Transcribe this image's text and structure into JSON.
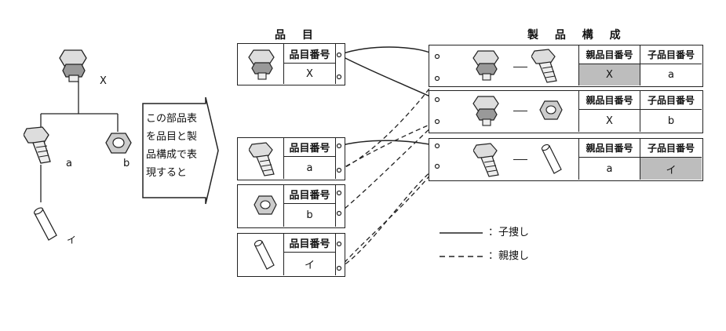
{
  "tree": {
    "root": "X",
    "child_a": "a",
    "child_b": "b",
    "grandchild": "イ"
  },
  "arrow_text": [
    "この部品表",
    "を品目と製",
    "品構成で表",
    "現すると"
  ],
  "items_section": {
    "title": "品 目",
    "field_label": "品目番号",
    "items": [
      {
        "value": "X",
        "icon": "bolt-with-nut-icon"
      },
      {
        "value": "a",
        "icon": "bolt-icon"
      },
      {
        "value": "b",
        "icon": "nut-icon"
      },
      {
        "value": "イ",
        "icon": "pin-icon"
      }
    ]
  },
  "structure_section": {
    "title": "製 品 構 成",
    "parent_label": "親品目番号",
    "child_label": "子品目番号",
    "rows": [
      {
        "parent": "X",
        "child": "a",
        "shaded": "parent"
      },
      {
        "parent": "X",
        "child": "b",
        "shaded": "none"
      },
      {
        "parent": "a",
        "child": "イ",
        "shaded": "child"
      }
    ]
  },
  "legend": {
    "solid_label": "：子捜し",
    "dashed_label": "：親捜し"
  }
}
